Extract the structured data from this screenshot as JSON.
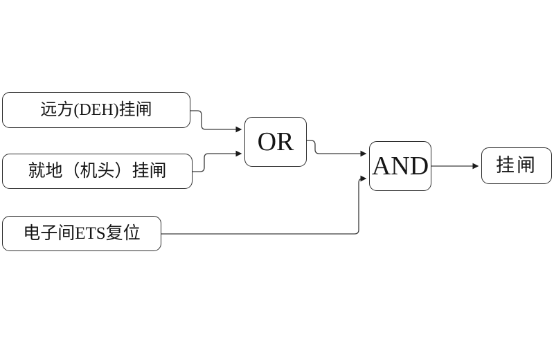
{
  "diagram": {
    "colors": {
      "background": "#ffffff",
      "line": "#3a3a3a",
      "box_border": "#2b2b2b",
      "text": "#151515"
    },
    "nodes": {
      "input1": {
        "label": "远方(DEH)挂闸"
      },
      "input2": {
        "label": "就地（机头）挂闸"
      },
      "input3": {
        "label": "电子间ETS复位"
      },
      "or_gate": {
        "label": "OR"
      },
      "and_gate": {
        "label": "AND"
      },
      "output": {
        "label": "挂闸"
      }
    },
    "connections": [
      {
        "from": "input1",
        "to": "or_gate"
      },
      {
        "from": "input2",
        "to": "or_gate"
      },
      {
        "from": "or_gate",
        "to": "and_gate"
      },
      {
        "from": "input3",
        "to": "and_gate"
      },
      {
        "from": "and_gate",
        "to": "output"
      }
    ]
  }
}
